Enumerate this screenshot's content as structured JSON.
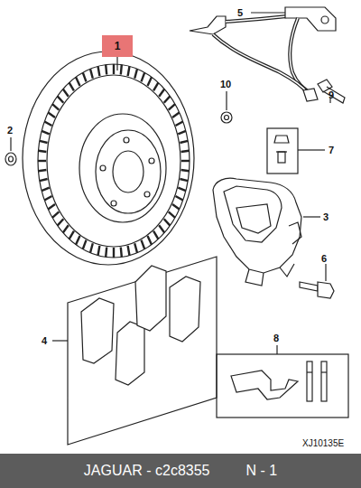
{
  "diagram": {
    "nodes": [
      {
        "text": [
          "1"
        ]
      },
      {
        "text": [
          "JAGUAR - c2c8355",
          "N - 1"
        ]
      }
    ],
    "labels": [
      "5",
      "10",
      "9",
      "2",
      "7",
      "3",
      "6",
      "4",
      "8",
      "XJ10135E"
    ]
  }
}
